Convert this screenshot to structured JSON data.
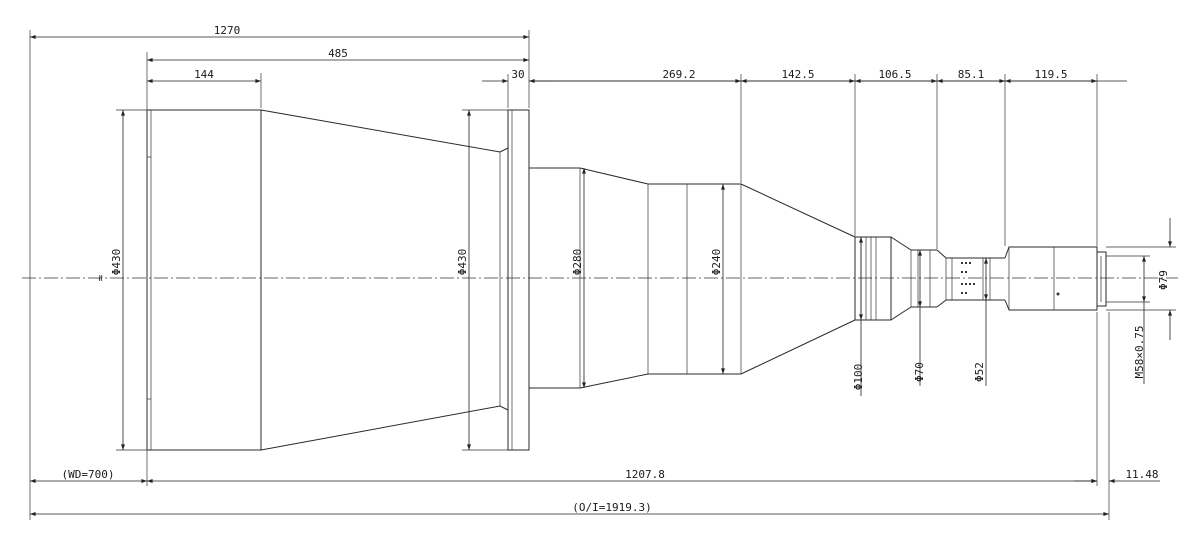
{
  "drawing": {
    "dims_top": {
      "overall_length": "1270",
      "front_cone_length": "485",
      "front_barrel_length": "144",
      "flange_width": "30",
      "section_1": "269.2",
      "section_2": "142.5",
      "section_3": "106.5",
      "section_4": "85.1",
      "section_5": "119.5"
    },
    "diameters": {
      "front_barrel": "Φ430",
      "flange": "Φ430",
      "body_1": "Φ280",
      "body_2": "Φ240",
      "neck_1": "Φ100",
      "neck_2": "Φ70",
      "neck_3": "Φ52",
      "rear_thread": "Φ79",
      "mount_thread": "M58×0.75"
    },
    "dims_bottom": {
      "working_distance": "(WD=700)",
      "lens_length": "1207.8",
      "back_focal": "11.48",
      "object_to_image": "(O/I=1919.3)"
    }
  }
}
